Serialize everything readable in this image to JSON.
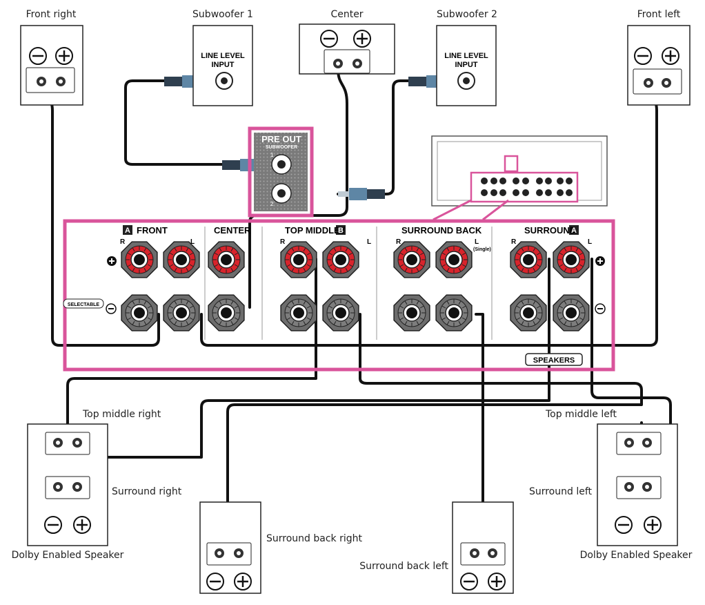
{
  "speakers": {
    "front_right": "Front right",
    "subwoofer_1": "Subwoofer 1",
    "center": "Center",
    "subwoofer_2": "Subwoofer 2",
    "front_left": "Front left",
    "top_middle_right": "Top middle right",
    "surround_right": "Surround right",
    "dolby_right": "Dolby Enabled Speaker",
    "surround_back_right": "Surround back right",
    "surround_back_left": "Surround back left",
    "top_middle_left": "Top middle left",
    "surround_left": "Surround left",
    "dolby_left": "Dolby Enabled Speaker"
  },
  "subwoofer_panel": {
    "line1": "LINE LEVEL",
    "line2": "INPUT"
  },
  "pre_out": {
    "title": "PRE OUT",
    "subtitle": "SUBWOOFER",
    "jack1": "1",
    "jack2": "2"
  },
  "receiver": {
    "badge_a": "A",
    "badge_b": "B",
    "front": "FRONT",
    "center": "CENTER",
    "top_middle": "TOP MIDDLE /",
    "surround_back": "SURROUND BACK",
    "surround": "SURROUND",
    "r": "R",
    "l": "L",
    "single": "(Single)",
    "selectable": "SELECTABLE",
    "speakers_tag": "SPEAKERS"
  },
  "colors": {
    "accent": "#d9549b",
    "red_terminal": "#d8242c",
    "panel_gray": "#7d7d7d"
  }
}
